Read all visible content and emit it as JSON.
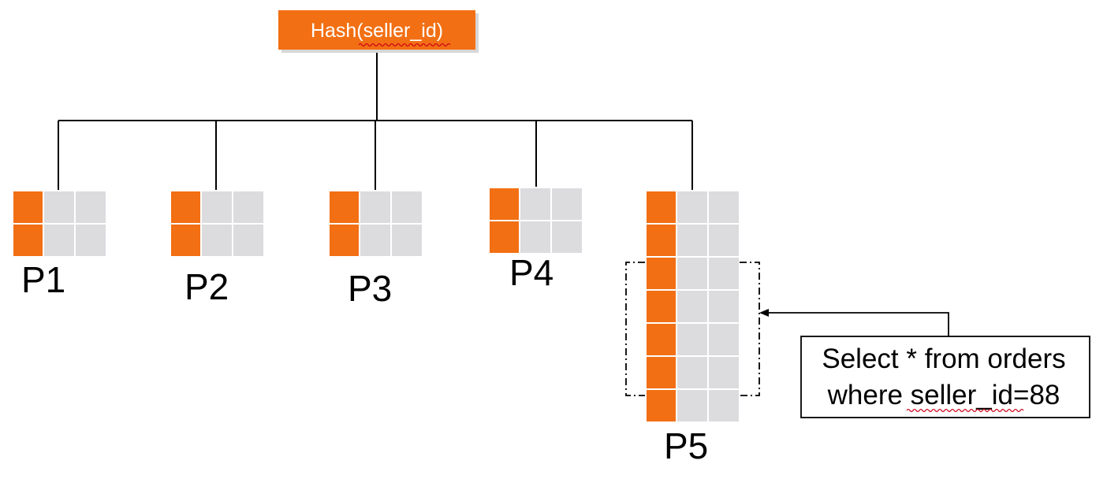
{
  "hash_node": {
    "label": "Hash(seller_id)",
    "fill_color": "#f26f13",
    "text_color": "#ffffff"
  },
  "partitions": [
    {
      "label": "P1",
      "rows": 2
    },
    {
      "label": "P2",
      "rows": 2
    },
    {
      "label": "P3",
      "rows": 2
    },
    {
      "label": "P4",
      "rows": 2
    },
    {
      "label": "P5",
      "rows": 7
    }
  ],
  "colors": {
    "key_cell": "#f26f13",
    "data_cell": "#dcdcdf",
    "grid_line": "#ffffff",
    "connector": "#000000",
    "spellcheck_underline": "#d0021b"
  },
  "query": {
    "line1": "Select * from orders",
    "line2": "where seller_id=88"
  }
}
